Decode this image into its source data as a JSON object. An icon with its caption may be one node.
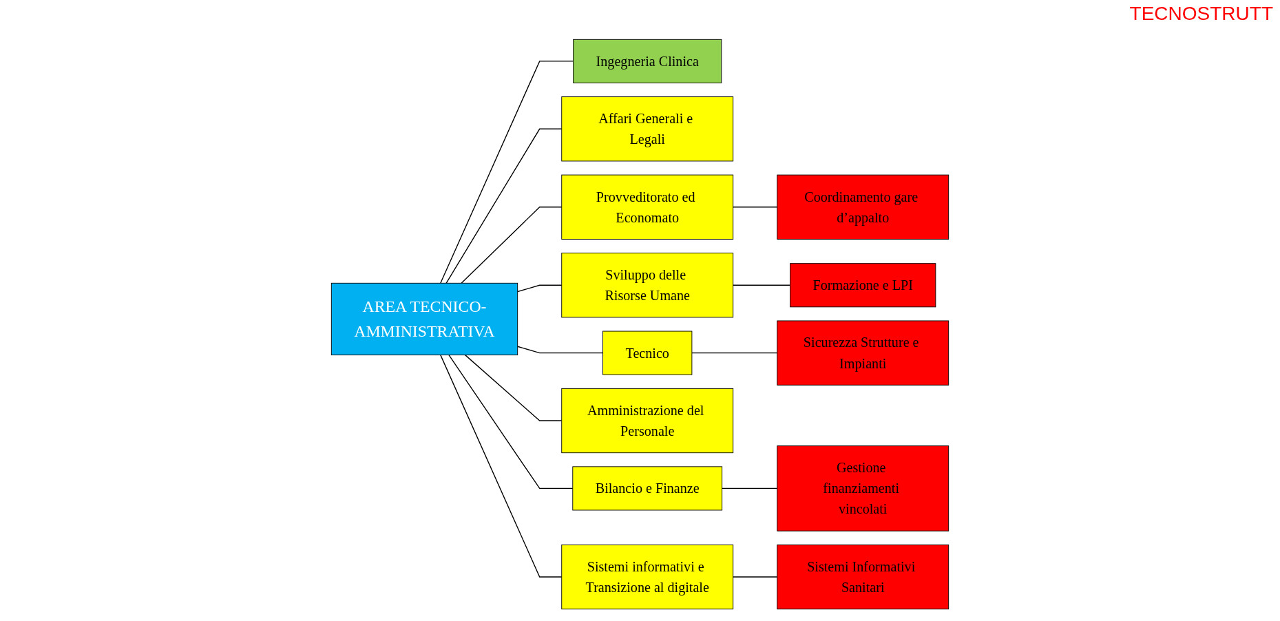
{
  "diagram": {
    "nodes": [
      {
        "text": [
          "AREA TECNICO-AMMINISTRATIVA"
        ]
      },
      {
        "text": [
          "Ingegneria Clinica"
        ]
      },
      {
        "text": [
          "Affari Generali e Legali"
        ]
      },
      {
        "text": [
          "Coordinamento gare d’appalto"
        ]
      },
      {
        "text": [
          "Provveditorato ed Economato"
        ]
      },
      {
        "text": [
          "Sviluppo delle Risorse Umane"
        ]
      },
      {
        "text": [
          "Formazione e LPI"
        ]
      },
      {
        "text": [
          "Sicurezza Strutture e Impianti"
        ]
      },
      {
        "text": [
          "Tecnico"
        ]
      },
      {
        "text": [
          "Amministrazione del Personale"
        ]
      },
      {
        "text": [
          "Bilancio e Finanze"
        ]
      },
      {
        "text": [
          "Gestione finanziamenti vincolati"
        ]
      },
      {
        "text": [
          "Sistemi informativi e Transizione al digitale"
        ]
      },
      {
        "text": [
          "Sistemi Informativi Sanitari"
        ]
      }
    ],
    "edges": [
      {
        "from": 0,
        "to": 1,
        "arrow": "none"
      },
      {
        "from": 0,
        "to": 2,
        "arrow": "none"
      },
      {
        "from": 0,
        "to": 4,
        "arrow": "none"
      },
      {
        "from": 0,
        "to": 5,
        "arrow": "none"
      },
      {
        "from": 0,
        "to": 8,
        "arrow": "none"
      },
      {
        "from": 0,
        "to": 9,
        "arrow": "none"
      },
      {
        "from": 0,
        "to": 10,
        "arrow": "none"
      },
      {
        "from": 0,
        "to": 12,
        "arrow": "none"
      },
      {
        "from": 4,
        "to": 3,
        "arrow": "none"
      },
      {
        "from": 5,
        "to": 6,
        "arrow": "none"
      },
      {
        "from": 8,
        "to": 7,
        "arrow": "none"
      },
      {
        "from": 10,
        "to": 11,
        "arrow": "none"
      },
      {
        "from": 12,
        "to": 13,
        "arrow": "none"
      }
    ],
    "labels": [
      "TECNOSTRUTT"
    ]
  }
}
